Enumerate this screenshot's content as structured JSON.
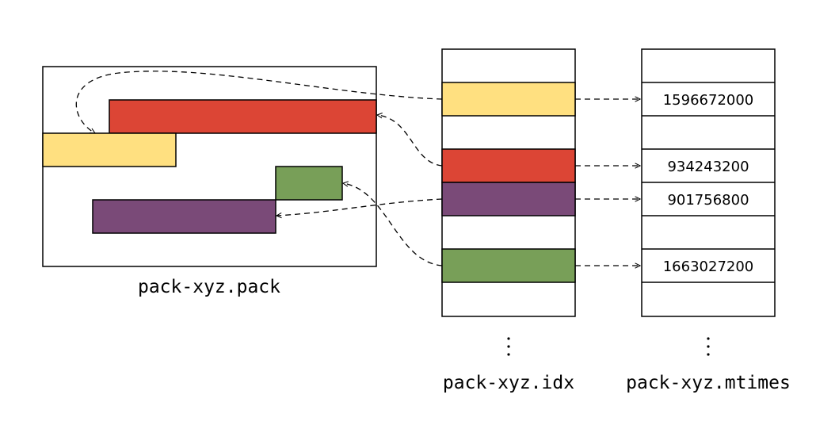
{
  "pack": {
    "label": "pack-xyz.pack"
  },
  "idx": {
    "label": "pack-xyz.idx"
  },
  "mtimes": {
    "label": "pack-xyz.mtimes",
    "values": [
      "1596672000",
      "934243200",
      "901756800",
      "1663027200"
    ]
  },
  "colors": {
    "yellow": "#FFE080",
    "red": "#DC4535",
    "green": "#789F58",
    "purple": "#7A4A78"
  }
}
